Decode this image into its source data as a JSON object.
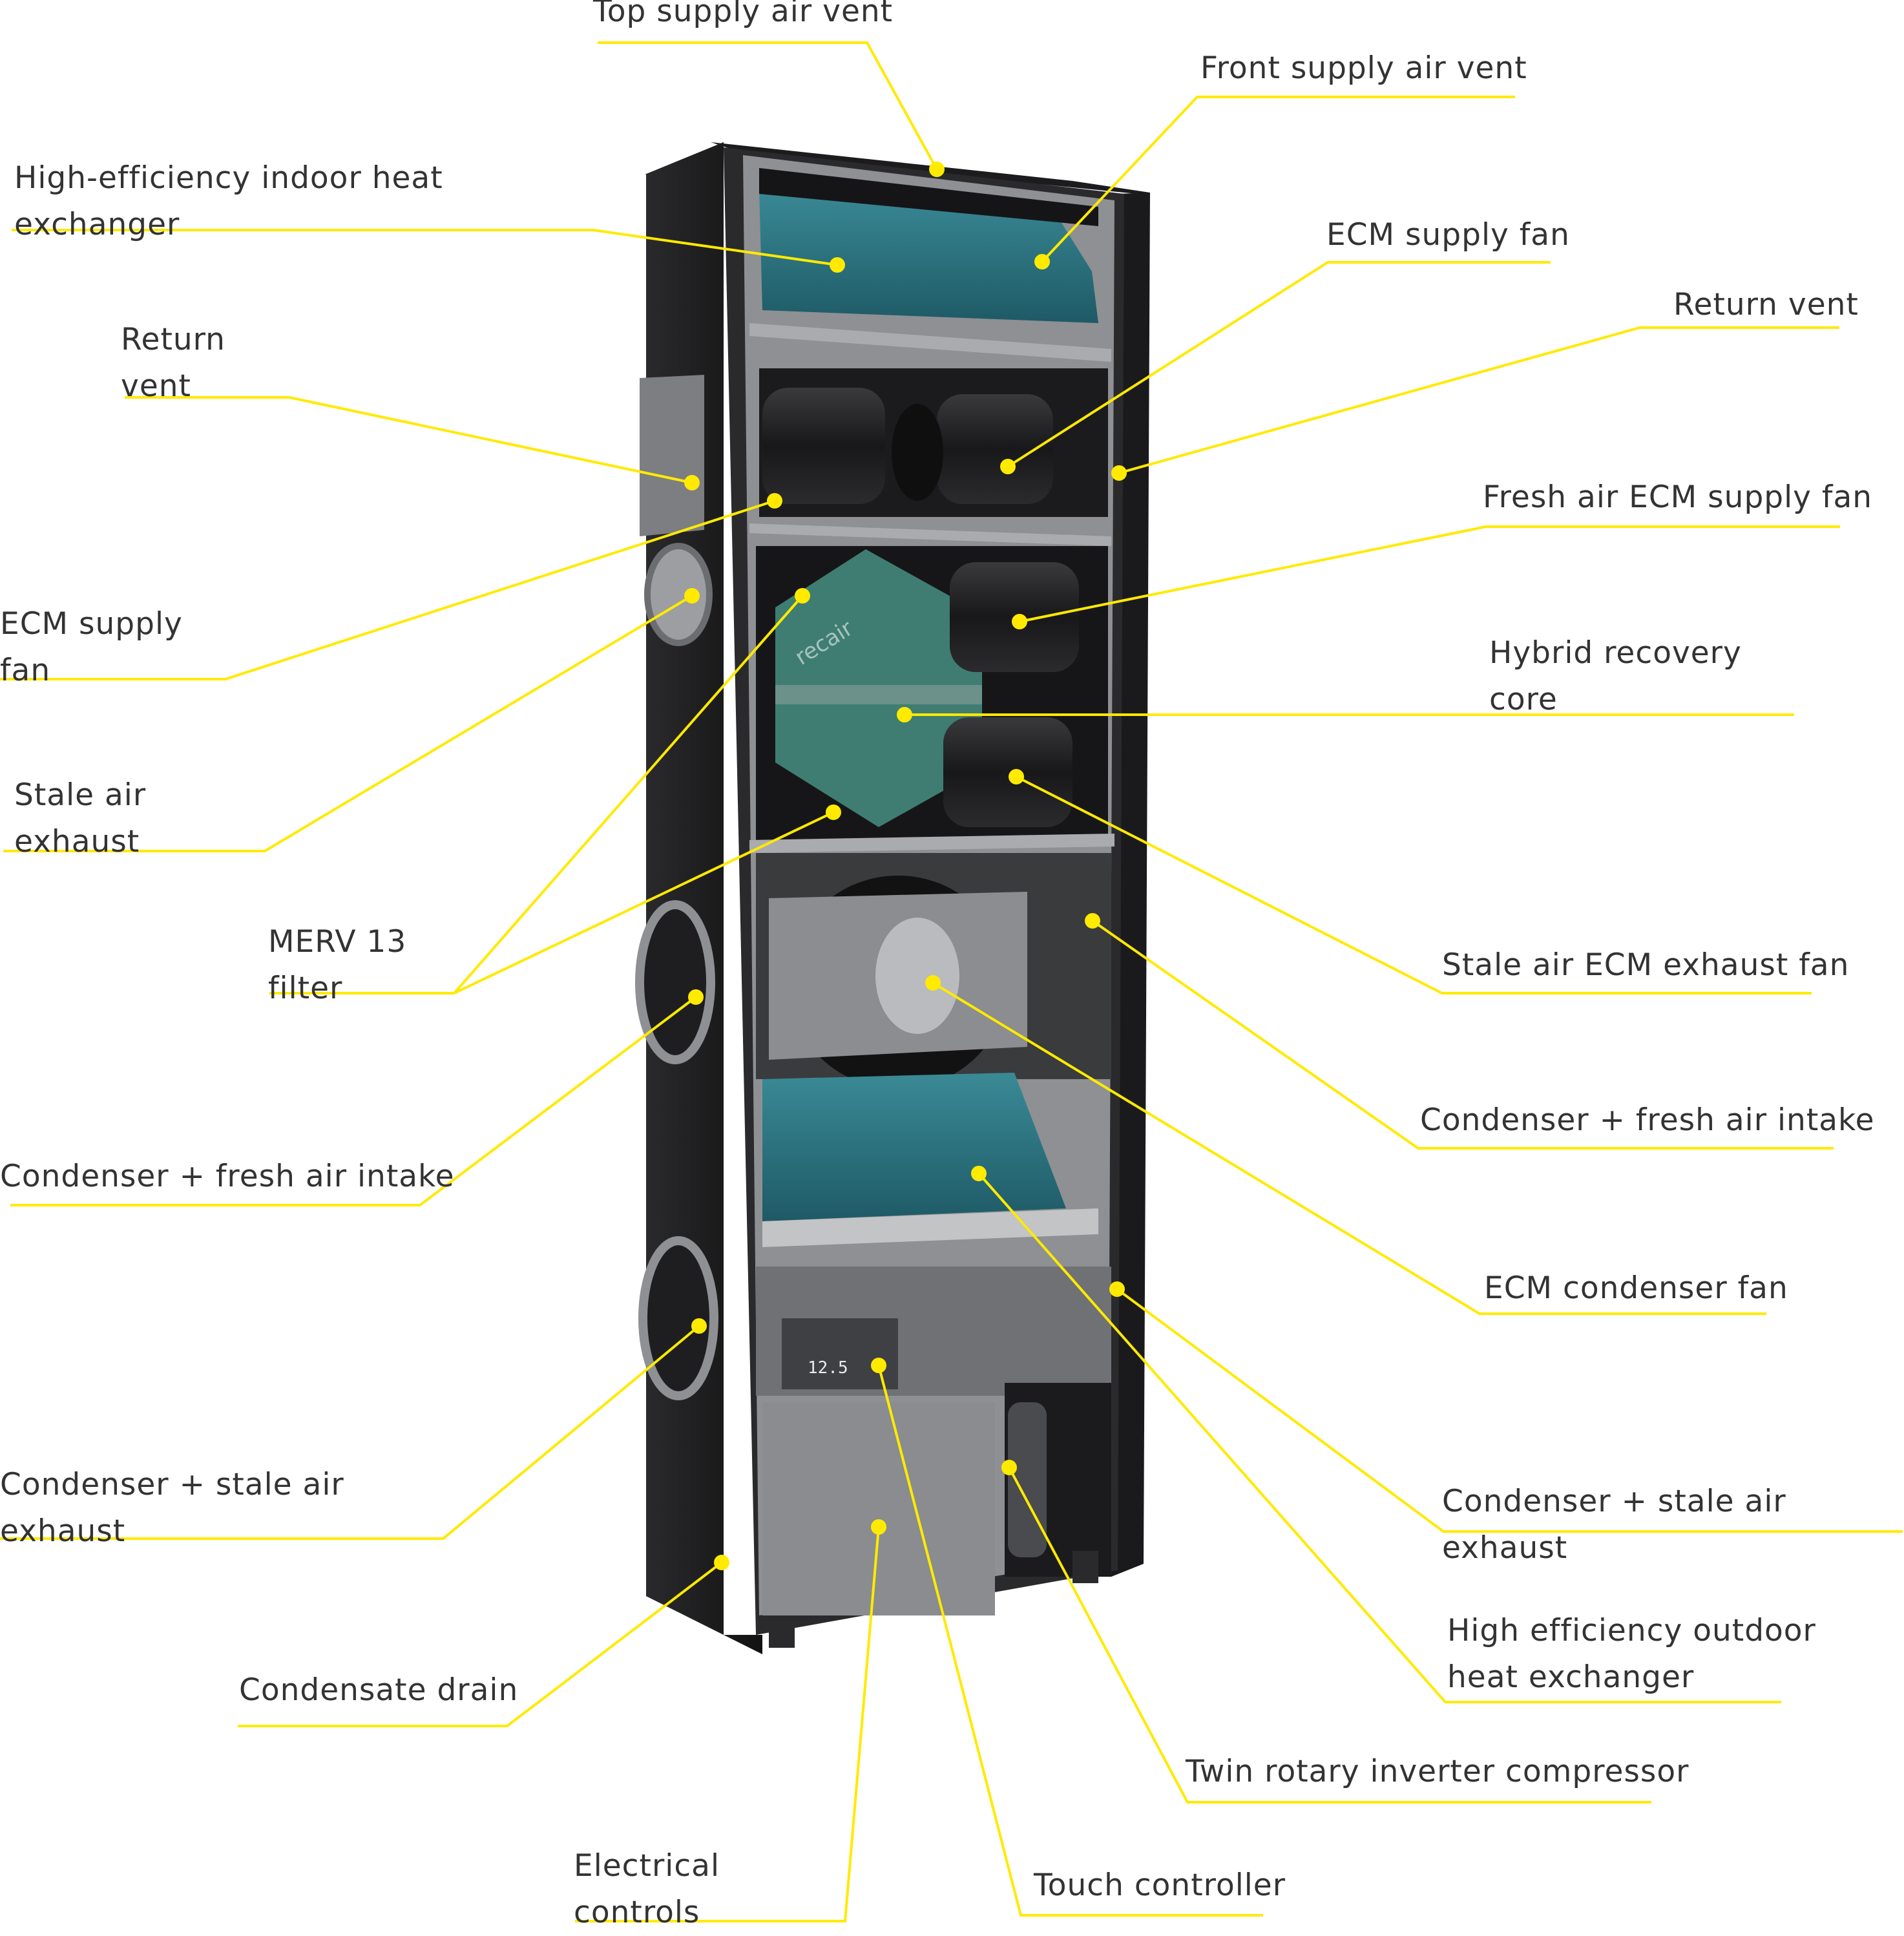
{
  "colors": {
    "leader": "#FFEA00",
    "text": "#333333",
    "cabinet_dark": "#1f1f21",
    "panel_gray": "#8f9194",
    "coil": "#2f7f8c",
    "core": "#3f7d72"
  },
  "product": {
    "brand_mark": "recair",
    "display_readout": "12.5"
  },
  "callouts": [
    {
      "id": "top-supply-air-vent",
      "text": "Top supply air vent"
    },
    {
      "id": "front-supply-air-vent",
      "text": "Front supply air vent"
    },
    {
      "id": "high-efficiency-indoor-heat-exchanger",
      "text": "High-efficiency indoor heat\nexchanger"
    },
    {
      "id": "ecm-supply-fan-right",
      "text": "ECM supply fan"
    },
    {
      "id": "return-vent-right",
      "text": "Return vent"
    },
    {
      "id": "return-vent-left",
      "text": "Return\nvent"
    },
    {
      "id": "fresh-air-ecm-supply-fan",
      "text": "Fresh air ECM supply fan"
    },
    {
      "id": "ecm-supply-fan-left",
      "text": "ECM supply\nfan"
    },
    {
      "id": "hybrid-recovery-core",
      "text": "Hybrid recovery\ncore"
    },
    {
      "id": "stale-air-exhaust",
      "text": "Stale air\nexhaust"
    },
    {
      "id": "merv-13-filter",
      "text": "MERV 13\nfilter"
    },
    {
      "id": "stale-air-ecm-exhaust-fan",
      "text": "Stale air ECM exhaust fan"
    },
    {
      "id": "condenser-fresh-air-intake-right",
      "text": "Condenser + fresh air intake"
    },
    {
      "id": "condenser-fresh-air-intake-left",
      "text": "Condenser + fresh air intake"
    },
    {
      "id": "ecm-condenser-fan",
      "text": "ECM condenser fan"
    },
    {
      "id": "condenser-stale-air-exhaust-right",
      "text": "Condenser + stale air exhaust"
    },
    {
      "id": "condenser-stale-air-exhaust-left",
      "text": "Condenser + stale air\nexhaust"
    },
    {
      "id": "high-efficiency-outdoor-heat-exchanger",
      "text": "High efficiency outdoor\nheat exchanger"
    },
    {
      "id": "condensate-drain",
      "text": "Condensate drain"
    },
    {
      "id": "twin-rotary-inverter-compressor",
      "text": "Twin rotary inverter compressor"
    },
    {
      "id": "electrical-controls",
      "text": "Electrical\ncontrols"
    },
    {
      "id": "touch-controller",
      "text": "Touch controller"
    }
  ]
}
